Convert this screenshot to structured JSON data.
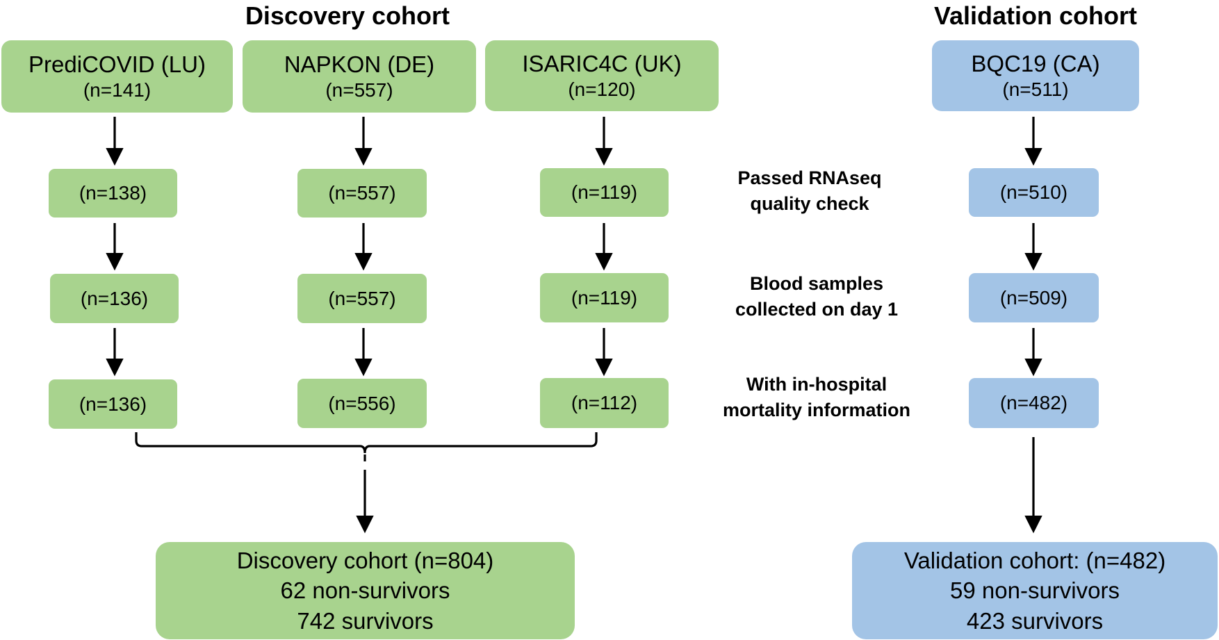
{
  "titles": {
    "discovery": "Discovery cohort",
    "validation": "Validation cohort"
  },
  "cohorts": {
    "predicovid": {
      "name": "PrediCOVID (LU)",
      "n_total": "(n=141)",
      "n_rnaseq": "(n=138)",
      "n_day1": "(n=136)",
      "n_mortality": "(n=136)"
    },
    "napkon": {
      "name": "NAPKON (DE)",
      "n_total": "(n=557)",
      "n_rnaseq": "(n=557)",
      "n_day1": "(n=557)",
      "n_mortality": "(n=556)"
    },
    "isaric4c": {
      "name": "ISARIC4C (UK)",
      "n_total": "(n=120)",
      "n_rnaseq": "(n=119)",
      "n_day1": "(n=119)",
      "n_mortality": "(n=112)"
    },
    "bqc19": {
      "name": "BQC19 (CA)",
      "n_total": "(n=511)",
      "n_rnaseq": "(n=510)",
      "n_day1": "(n=509)",
      "n_mortality": "(n=482)"
    }
  },
  "steps": {
    "rnaseq": {
      "line1": "Passed RNAseq",
      "line2": "quality check"
    },
    "day1": {
      "line1": "Blood samples",
      "line2": "collected on day 1"
    },
    "mortality": {
      "line1": "With in-hospital",
      "line2": "mortality information"
    }
  },
  "results": {
    "discovery": {
      "line1": "Discovery cohort (n=804)",
      "line2": "62 non-survivors",
      "line3": "742 survivors"
    },
    "validation": {
      "line1": "Validation cohort: (n=482)",
      "line2": "59 non-survivors",
      "line3": "423 survivors"
    }
  },
  "colors": {
    "green": "#a8d38e",
    "blue": "#a3c4e6"
  }
}
